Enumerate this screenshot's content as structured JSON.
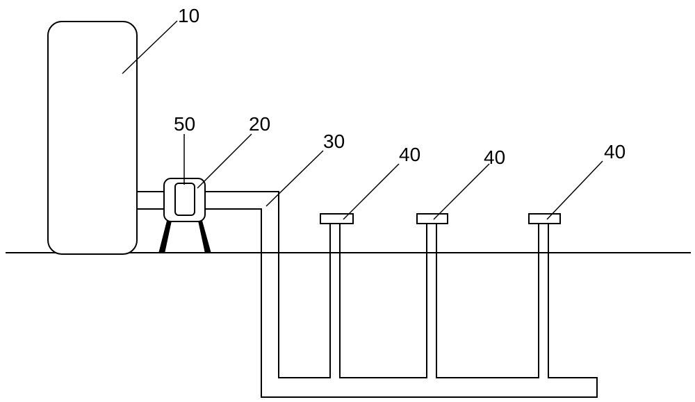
{
  "labels": {
    "tank": "10",
    "pump": "20",
    "pipe": "30",
    "outlet_1": "40",
    "outlet_2": "40",
    "outlet_3": "40",
    "sensor": "50"
  }
}
